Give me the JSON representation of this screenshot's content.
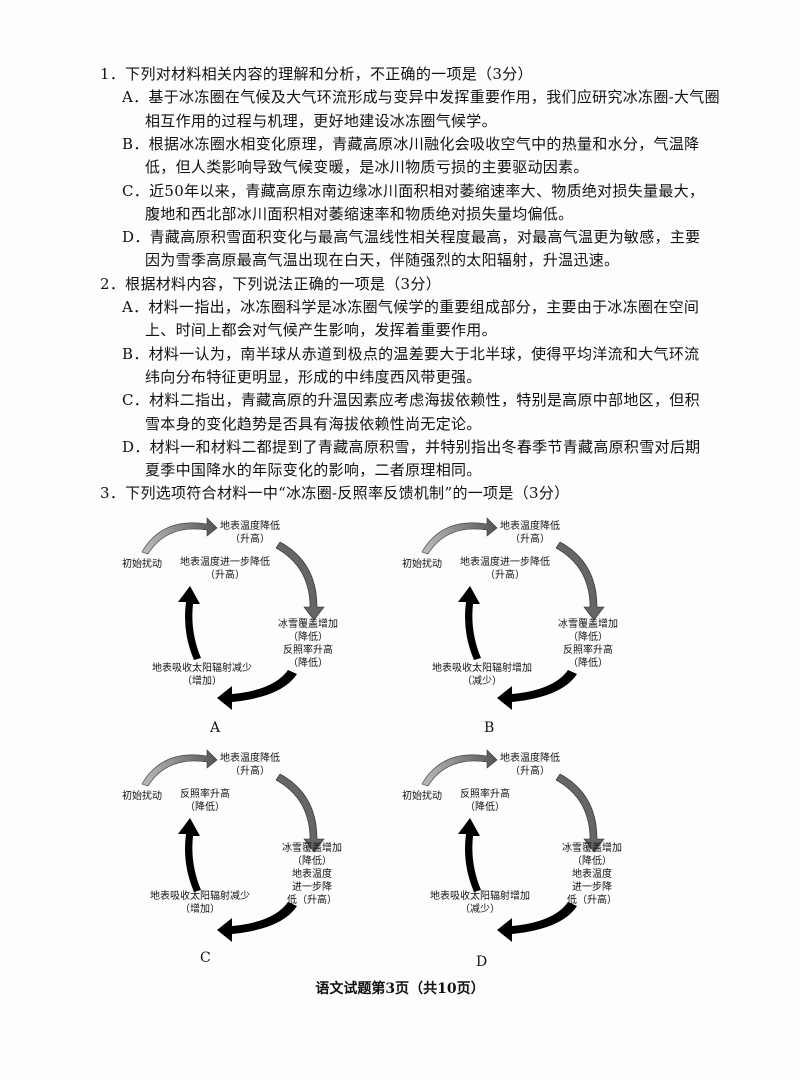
{
  "questions": [
    {
      "stem": "1．下列对材料相关内容的理解和分析，不正确的一项是（3分）",
      "options": [
        [
          "A．基于冰冻圈在气候及大气环流形成与变异中发挥重要作用，我们应研究冰冻圈-大气圈",
          "相互作用的过程与机理，更好地建设冰冻圈气候学。"
        ],
        [
          "B．根据冰冻圈水相变化原理，青藏高原冰川融化会吸收空气中的热量和水分，气温降",
          "低，但人类影响导致气候变暖，是冰川物质亏损的主要驱动因素。"
        ],
        [
          "C．近50年以来，青藏高原东南边缘冰川面积相对萎缩速率大、物质绝对损失量最大，",
          "腹地和西北部冰川面积相对萎缩速率和物质绝对损失量均偏低。"
        ],
        [
          "D．青藏高原积雪面积变化与最高气温线性相关程度最高，对最高气温更为敏感，主要",
          "因为雪季高原最高气温出现在白天，伴随强烈的太阳辐射，升温迅速。"
        ]
      ]
    },
    {
      "stem": "2．根据材料内容，下列说法正确的一项是（3分）",
      "options": [
        [
          "A．材料一指出，冰冻圈科学是冰冻圈气候学的重要组成部分，主要由于冰冻圈在空间",
          "上、时间上都会对气候产生影响，发挥着重要作用。"
        ],
        [
          "B．材料一认为，南半球从赤道到极点的温差要大于北半球，使得平均洋流和大气环流",
          "纬向分布特征更明显，形成的中纬度西风带更强。"
        ],
        [
          "C．材料二指出，青藏高原的升温因素应考虑海拔依赖性，特别是高原中部地区，但积",
          "雪本身的变化趋势是否具有海拔依赖性尚无定论。"
        ],
        [
          "D．材料一和材料二都提到了青藏高原积雪，并特别指出冬春季节青藏高原积雪对后期",
          "夏季中国降水的年际变化的影响，二者原理相同。"
        ]
      ]
    },
    {
      "stem": "3．下列选项符合材料一中“冰冻圈-反照率反馈机制”的一项是（3分）"
    }
  ],
  "diagrams": [
    {
      "label": "A",
      "start": "初始扰动",
      "top": [
        "地表温度降低",
        "（升高）"
      ],
      "inner": [
        "地表温度进一步降低",
        "（升高）"
      ],
      "right": [
        "冰雪覆盖增加",
        "（降低）",
        "反照率升高",
        "（降低）"
      ],
      "bottom": [
        "地表吸收太阳辐射减少",
        "（增加）"
      ]
    },
    {
      "label": "B",
      "start": "初始扰动",
      "top": [
        "地表温度降低",
        "（升高）"
      ],
      "inner": [
        "地表温度进一步降低",
        "（升高）"
      ],
      "right": [
        "冰雪覆盖增加",
        "（降低）",
        "反照率升高",
        "（降低）"
      ],
      "bottom": [
        "地表吸收太阳辐射增加",
        "（减少）"
      ]
    },
    {
      "label": "C",
      "start": "初始扰动",
      "top": [
        "地表温度降低",
        "（升高）"
      ],
      "inner": [
        "反照率升高",
        "（降低）"
      ],
      "right": [
        "冰雪覆盖增加",
        "（降低）",
        "地表温度",
        "进一步降",
        "低（升高）"
      ],
      "bottom": [
        "地表吸收太阳辐射减少",
        "（增加）"
      ]
    },
    {
      "label": "D",
      "start": "初始扰动",
      "top": [
        "地表温度降低",
        "（升高）"
      ],
      "inner": [
        "反照率升高",
        "（降低）"
      ],
      "right": [
        "冰雪覆盖增加",
        "（降低）",
        "地表温度",
        "进一步降",
        "低（升高）"
      ],
      "bottom": [
        "地表吸收太阳辐射增加",
        "（减少）"
      ]
    }
  ],
  "footer": "语文试题第3页（共10页）"
}
